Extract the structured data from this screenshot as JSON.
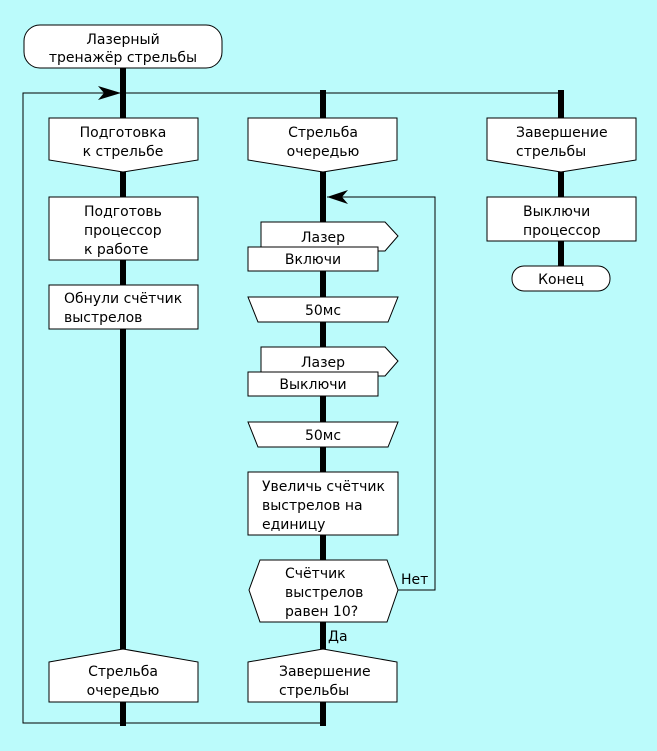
{
  "colors": {
    "background": "#bbfbfb",
    "box_fill": "#ffffff",
    "line": "#000000"
  },
  "start": {
    "lines": [
      "Лазерный",
      "тренажёр стрельбы"
    ]
  },
  "columns": [
    {
      "header": {
        "lines": [
          "Подготовка",
          "к стрельбе"
        ]
      },
      "steps": [
        {
          "type": "action",
          "lines": [
            "Подготовь",
            "процессор",
            "к работе"
          ]
        },
        {
          "type": "action",
          "lines": [
            "Обнули счётчик",
            "выстрелов"
          ]
        }
      ],
      "footer": {
        "lines": [
          "Стрельба",
          "очередью"
        ]
      }
    },
    {
      "header": {
        "lines": [
          "Стрельба",
          "очередью"
        ]
      },
      "steps": [
        {
          "type": "output",
          "device": "Лазер",
          "command": "Включи"
        },
        {
          "type": "delay",
          "lines": [
            "50мс"
          ]
        },
        {
          "type": "output",
          "device": "Лазер",
          "command": "Выключи"
        },
        {
          "type": "delay",
          "lines": [
            "50мс"
          ]
        },
        {
          "type": "action",
          "lines": [
            "Увеличь счётчик",
            "выстрелов на",
            "единицу"
          ]
        },
        {
          "type": "question",
          "lines": [
            "Счётчик",
            "выстрелов",
            "равен 10?"
          ],
          "no_label": "Нет",
          "yes_label": "Да"
        }
      ],
      "footer": {
        "lines": [
          "Завершение",
          "стрельбы"
        ]
      }
    },
    {
      "header": {
        "lines": [
          "Завершение",
          "стрельбы"
        ]
      },
      "steps": [
        {
          "type": "action",
          "lines": [
            "Выключи",
            "процессор"
          ]
        }
      ],
      "end": {
        "lines": [
          "Конец"
        ]
      }
    }
  ]
}
